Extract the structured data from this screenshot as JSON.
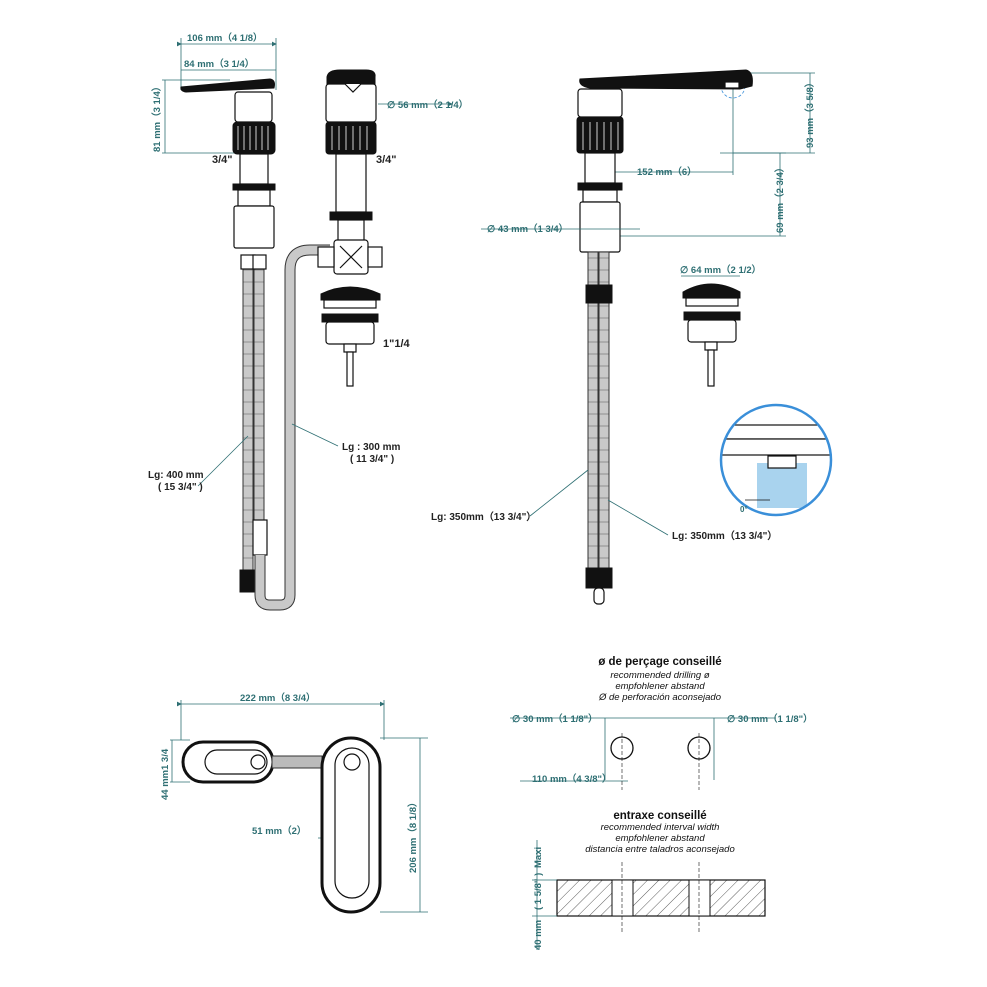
{
  "top_left": {
    "dim_total_width": "106 mm（4 1/8）",
    "dim_handle_width": "84 mm（3 1/4）",
    "dim_height": "81 mm（3 1/4）",
    "thread_left": "3/4\"",
    "thread_right": "3/4\"",
    "dim_body_dia": "∅ 56 mm（2 1/4）",
    "waste_thread": "1\"1/4",
    "hose_left_line1": "Lg: 400 mm",
    "hose_left_line2": "( 15 3/4\" )",
    "hose_right_line1": "Lg : 300 mm",
    "hose_right_line2": "( 11 3/4\" )"
  },
  "top_right": {
    "dim_reach": "152 mm（6）",
    "dim_spout_height": "93 mm（3 5/8）",
    "dim_below": "69 mm（2 3/4）",
    "dim_base_dia": "∅ 43 mm（1 3/4）",
    "dim_waste_dia": "∅ 64 mm（2 1/2）",
    "hose_left": "Lg: 350mm（13 3/4\"）",
    "hose_right": "Lg: 350mm（13 3/4\"）",
    "detail_angle": "0°"
  },
  "plan_view": {
    "dim_width": "222 mm（8 3/4）",
    "dim_left_height_a": "1 3/4",
    "dim_left_height_b": "44 mm",
    "dim_handle": "51 mm（2）",
    "dim_length": "206 mm（8 1/8）"
  },
  "drilling": {
    "title": "ø de perçage conseillé",
    "en": "recommended drilling ø",
    "de": "empfohlener abstand",
    "es": "Ø de perforación aconsejado",
    "hole_left": "∅ 30 mm（1 1/8\"）",
    "hole_right": "∅ 30 mm（1 1/8\"）",
    "spacing": "110 mm（4 3/8\"）"
  },
  "interval": {
    "title": "entraxe conseillé",
    "en": "recommended interval width",
    "de": "empfohlener abstand",
    "es": "distancia entre taladros aconsejado",
    "maxi": "Maxi",
    "thick_a": "( 1 5/8\" )",
    "thick_b": "40 mm"
  },
  "colors": {
    "dimension": "#2e6f73",
    "detail_blue": "#3a8fd9",
    "detail_fill": "#a9d3ee"
  }
}
